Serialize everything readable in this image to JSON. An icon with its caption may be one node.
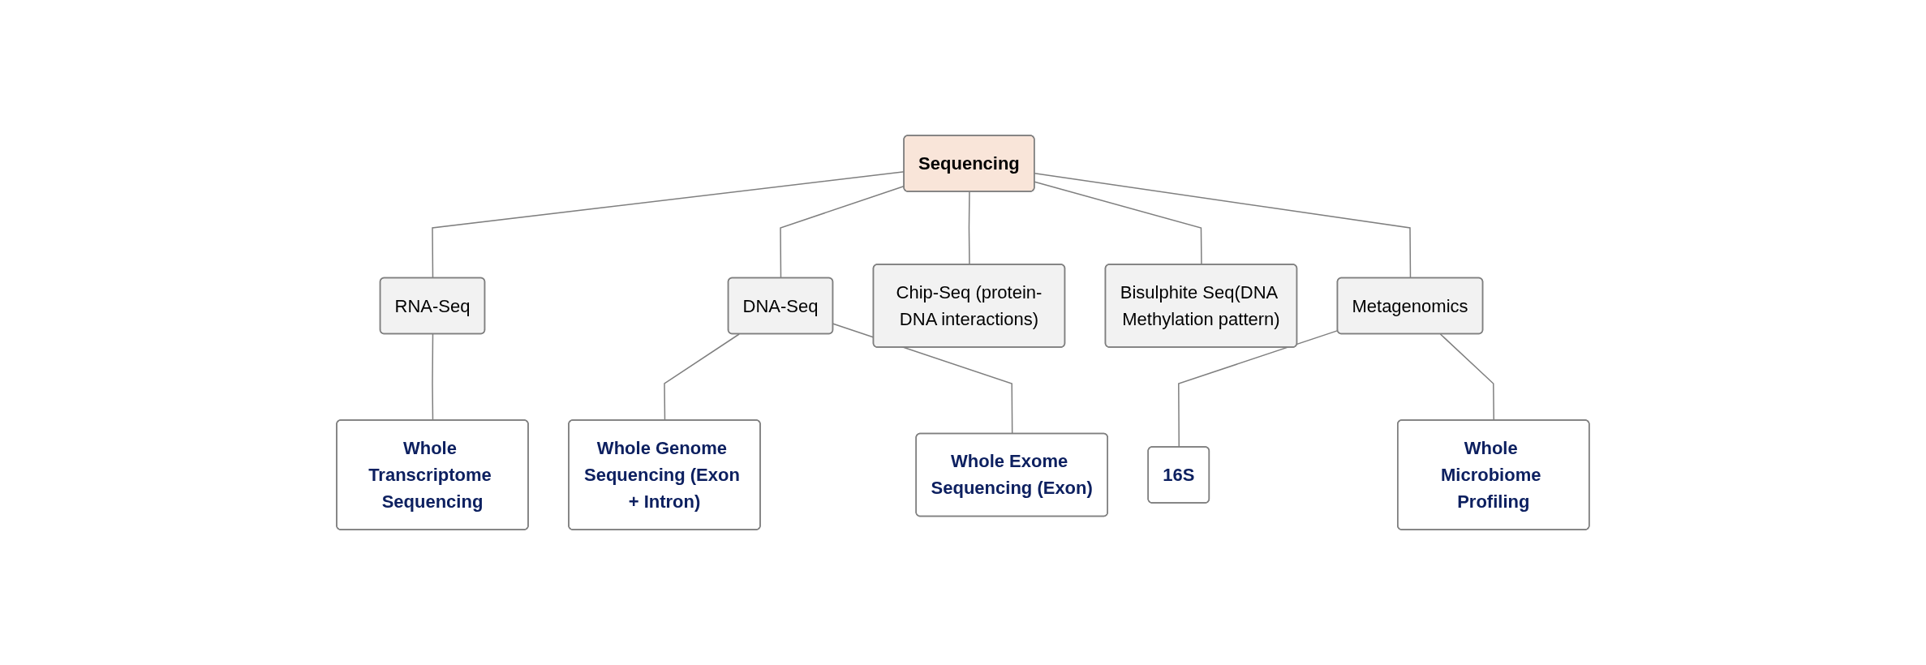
{
  "diagram": {
    "nodes": [
      {
        "text": [
          "Sequencing"
        ]
      },
      {
        "text": [
          "RNA-Seq"
        ]
      },
      {
        "text": [
          "DNA-Seq"
        ]
      },
      {
        "text": [
          "Chip-Seq (protein-DNA interactions)"
        ]
      },
      {
        "text": [
          "Bisulphite Seq(DNA Methylation pattern)"
        ]
      },
      {
        "text": [
          "Metagenomics"
        ]
      },
      {
        "text": [
          "Whole Transcriptome Sequencing"
        ]
      },
      {
        "text": [
          "Whole Genome Sequencing (Exon + Intron)"
        ]
      },
      {
        "text": [
          "Whole Exome Sequencing (Exon)"
        ]
      },
      {
        "text": [
          "16S"
        ]
      },
      {
        "text": [
          "Whole Microbiome Profiling"
        ]
      }
    ],
    "edges": [
      {
        "from": 0,
        "to": 1,
        "arrow": "none"
      },
      {
        "from": 0,
        "to": 2,
        "arrow": "none"
      },
      {
        "from": 0,
        "to": 3,
        "arrow": "none"
      },
      {
        "from": 0,
        "to": 4,
        "arrow": "none"
      },
      {
        "from": 0,
        "to": 5,
        "arrow": "none"
      },
      {
        "from": 1,
        "to": 6,
        "arrow": "none"
      },
      {
        "from": 2,
        "to": 7,
        "arrow": "none"
      },
      {
        "from": 2,
        "to": 8,
        "arrow": "none"
      },
      {
        "from": 5,
        "to": 9,
        "arrow": "none"
      },
      {
        "from": 5,
        "to": 10,
        "arrow": "none"
      }
    ]
  }
}
